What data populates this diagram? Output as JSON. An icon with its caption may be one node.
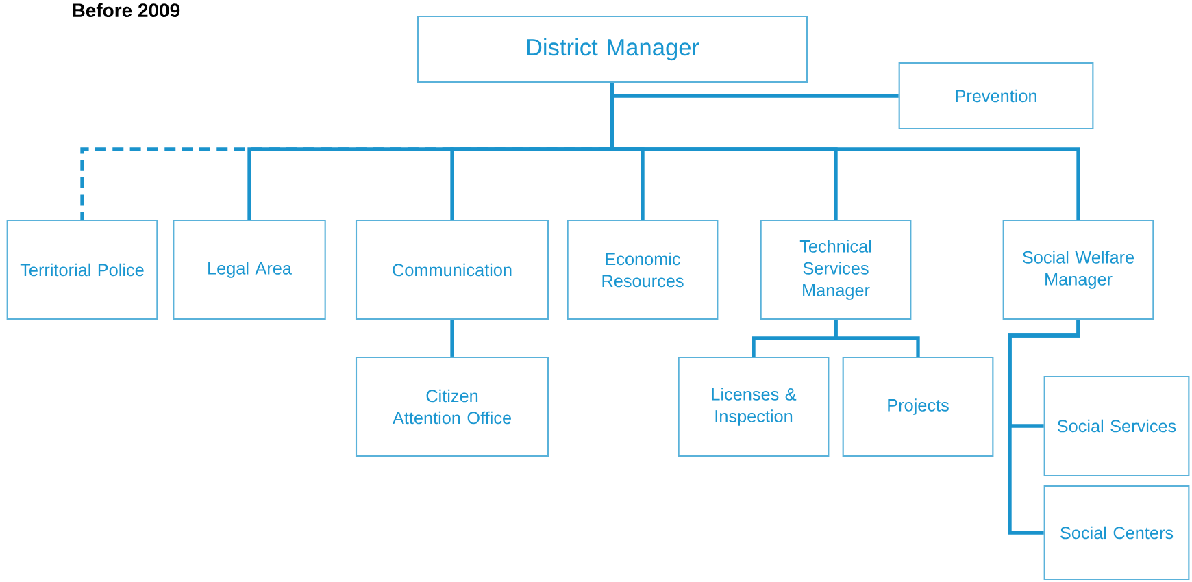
{
  "diagram": {
    "title": "Before 2009",
    "nodes": [
      {
        "text": [
          "District Manager"
        ]
      },
      {
        "text": [
          "Prevention"
        ]
      },
      {
        "text": [
          "Territorial Police"
        ]
      },
      {
        "text": [
          "Legal Area"
        ]
      },
      {
        "text": [
          "Communication"
        ]
      },
      {
        "text": [
          "Economic Resources"
        ]
      },
      {
        "text": [
          "Technical Services Manager"
        ]
      },
      {
        "text": [
          "Social Welfare Manager"
        ]
      },
      {
        "text": [
          "Citizen Attention Office"
        ]
      },
      {
        "text": [
          "Licenses & Inspection"
        ]
      },
      {
        "text": [
          "Projects"
        ]
      },
      {
        "text": [
          "Social Services"
        ]
      },
      {
        "text": [
          "Social Centers"
        ]
      }
    ],
    "edges": [
      {
        "from": 0,
        "to": 1,
        "arrow": "none"
      },
      {
        "from": 0,
        "to": 2,
        "arrow": "none",
        "style": "dashed"
      },
      {
        "from": 0,
        "to": 3,
        "arrow": "none"
      },
      {
        "from": 0,
        "to": 4,
        "arrow": "none"
      },
      {
        "from": 0,
        "to": 5,
        "arrow": "none"
      },
      {
        "from": 0,
        "to": 6,
        "arrow": "none"
      },
      {
        "from": 0,
        "to": 7,
        "arrow": "none"
      },
      {
        "from": 4,
        "to": 8,
        "arrow": "none"
      },
      {
        "from": 6,
        "to": 9,
        "arrow": "none"
      },
      {
        "from": 6,
        "to": 10,
        "arrow": "none"
      },
      {
        "from": 7,
        "to": 11,
        "arrow": "none"
      },
      {
        "from": 7,
        "to": 12,
        "arrow": "none"
      }
    ]
  }
}
